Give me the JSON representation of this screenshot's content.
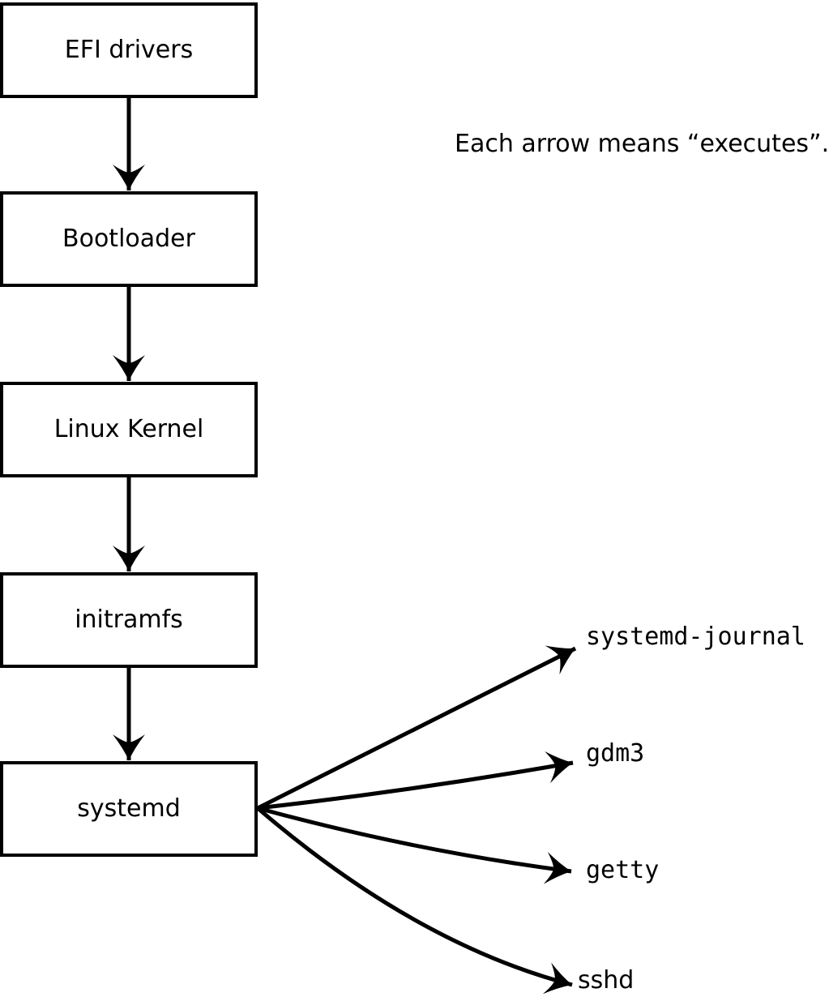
{
  "note": "Each arrow means “executes”.",
  "nodes": {
    "chain": [
      {
        "label": "EFI drivers"
      },
      {
        "label": "Bootloader"
      },
      {
        "label": "Linux Kernel"
      },
      {
        "label": "initramfs"
      },
      {
        "label": "systemd"
      }
    ],
    "spawned": [
      {
        "label": "systemd-journal"
      },
      {
        "label": "gdm3"
      },
      {
        "label": "getty"
      },
      {
        "label": "sshd"
      }
    ]
  },
  "colors": {
    "background": "#ffffff",
    "box_fill": "#ffffff",
    "box_border": "#000000",
    "line": "#000000",
    "text": "#000000"
  }
}
